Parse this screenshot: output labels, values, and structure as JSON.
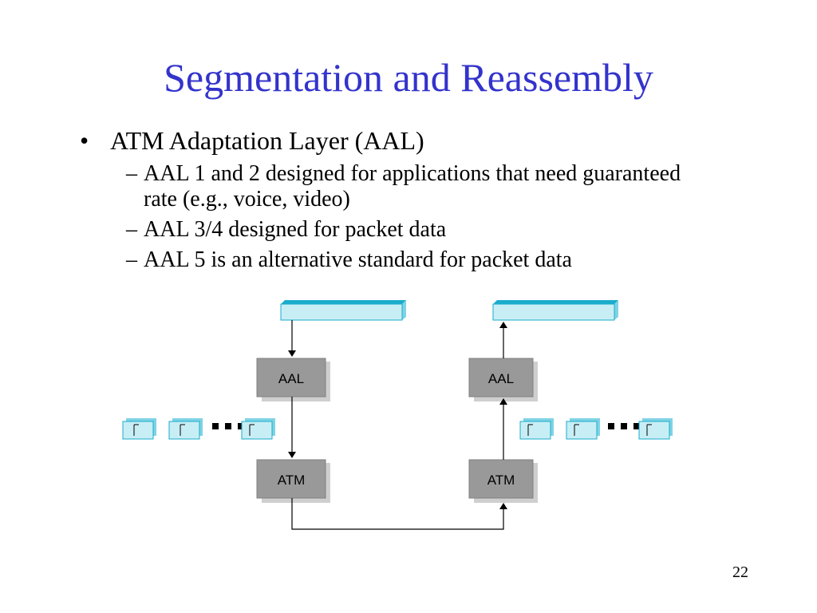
{
  "title": "Segmentation and Reassembly",
  "bullets": [
    {
      "text": "ATM Adaptation Layer (AAL)",
      "sub": [
        "AAL 1 and 2 designed for applications that need guaranteed rate (e.g., voice, video)",
        "AAL 3/4 designed for packet data",
        "AAL 5 is an alternative standard for packet data"
      ]
    }
  ],
  "bullet_symbol": "•",
  "sub_bullet_symbol": "–",
  "diagram": {
    "left_stack": {
      "aal_label": "AAL",
      "atm_label": "ATM"
    },
    "right_stack": {
      "aal_label": "AAL",
      "atm_label": "ATM"
    },
    "colors": {
      "packet_fill": "#c8eef5",
      "packet_edge": "#1aaccc",
      "box_fill": "#999999",
      "box_shadow": "#cfcfcf",
      "arrow": "#000000"
    }
  },
  "slide_number": "22"
}
